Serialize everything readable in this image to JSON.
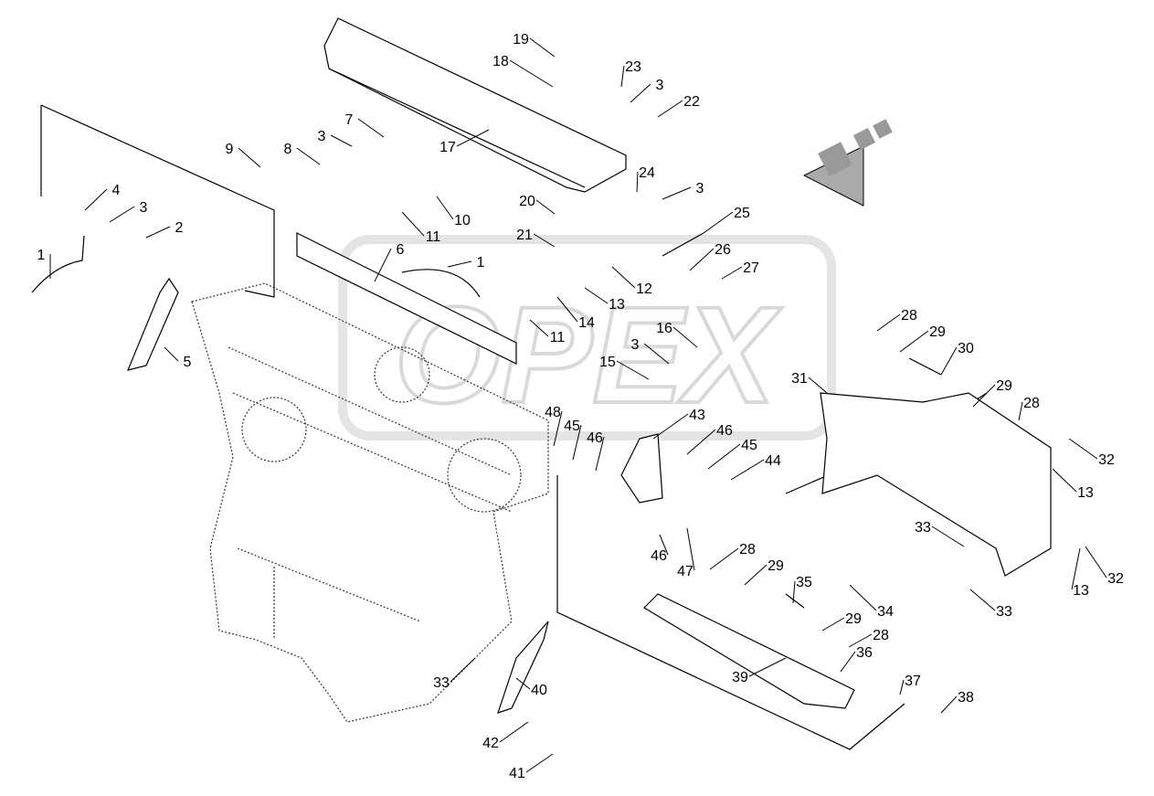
{
  "watermark": "OPEX",
  "colors": {
    "line": "#000000",
    "watermark": "#d8d8d8",
    "hatch": "#888888"
  },
  "icons": [
    "direction-arrow-icon"
  ],
  "callouts": [
    "19",
    "18",
    "23",
    "3",
    "22",
    "7",
    "3",
    "9",
    "8",
    "17",
    "24",
    "3",
    "4",
    "3",
    "2",
    "20",
    "21",
    "10",
    "11",
    "25",
    "6",
    "1",
    "1",
    "26",
    "27",
    "12",
    "13",
    "14",
    "11",
    "16",
    "3",
    "15",
    "5",
    "28",
    "29",
    "30",
    "31",
    "29",
    "28",
    "48",
    "45",
    "43",
    "46",
    "46",
    "45",
    "44",
    "32",
    "13",
    "33",
    "46",
    "47",
    "28",
    "29",
    "35",
    "34",
    "32",
    "13",
    "33",
    "29",
    "28",
    "36",
    "37",
    "38",
    "39",
    "33",
    "40",
    "42",
    "41"
  ]
}
